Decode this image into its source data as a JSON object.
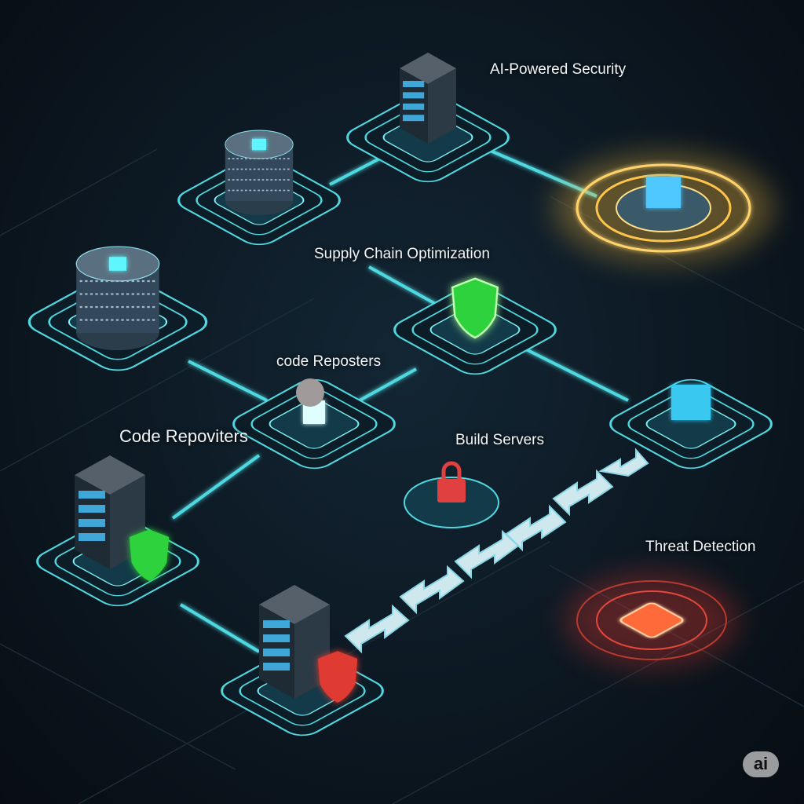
{
  "labels": {
    "ai_security": "AI-Powered Security",
    "supply_chain": "Supply Chain Optimization",
    "code_reposters": "code Reposters",
    "code_repoviters": "Code Repoviters",
    "build_servers": "Build Servers",
    "threat_detection": "Threat Detection"
  },
  "badge": "ai",
  "colors": {
    "background": "#0b141c",
    "accent": "#4fd8e0",
    "gold": "#f5b83a",
    "threat": "#ff3b2f",
    "shield_green": "#2fd23c",
    "lock_red": "#e04040"
  }
}
